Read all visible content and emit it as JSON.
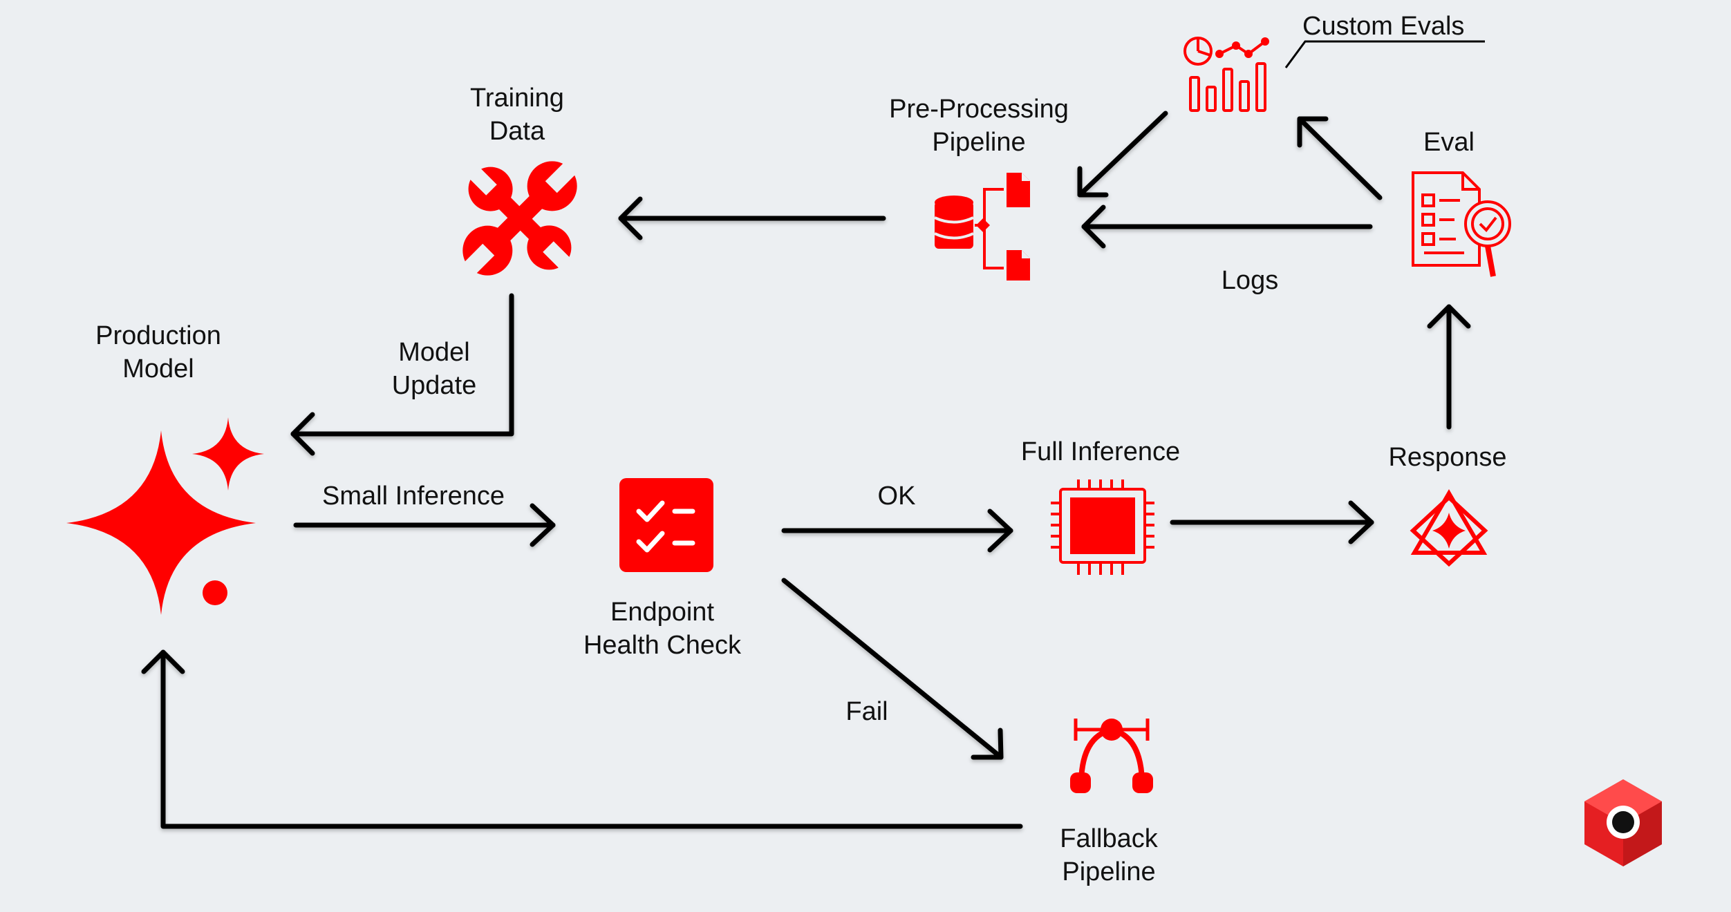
{
  "colors": {
    "accent": "#ff0000",
    "line": "#000000",
    "background": "#eceff2",
    "text": "#111111"
  },
  "nodes": {
    "production_model": {
      "lines": [
        "Production",
        "Model"
      ],
      "icon": "sparkles-icon"
    },
    "training_data": {
      "lines": [
        "Training",
        "Data"
      ],
      "icon": "wrench-tools-icon"
    },
    "preprocessing_pipeline": {
      "lines": [
        "Pre-Processing",
        "Pipeline"
      ],
      "icon": "database-split-icon"
    },
    "custom_evals": {
      "lines": [
        "Custom Evals"
      ],
      "icon": "analytics-chart-icon"
    },
    "eval": {
      "lines": [
        "Eval"
      ],
      "icon": "document-checklist-magnifier-icon"
    },
    "endpoint_health_check": {
      "lines": [
        "Endpoint",
        "Health Check"
      ],
      "icon": "checklist-icon"
    },
    "full_inference": {
      "lines": [
        "Full Inference"
      ],
      "icon": "cpu-chip-icon"
    },
    "response": {
      "lines": [
        "Response"
      ],
      "icon": "response-star-icon"
    },
    "fallback_pipeline": {
      "lines": [
        "Fallback",
        "Pipeline"
      ],
      "icon": "bezier-path-icon"
    }
  },
  "edges": {
    "model_update": {
      "lines": [
        "Model",
        "Update"
      ]
    },
    "small_inference": {
      "lines": [
        "Small Inference"
      ]
    },
    "ok": {
      "lines": [
        "OK"
      ]
    },
    "fail": {
      "lines": [
        "Fail"
      ]
    },
    "logs": {
      "lines": [
        "Logs"
      ]
    }
  },
  "logo": {
    "icon": "cube-logo-icon"
  }
}
